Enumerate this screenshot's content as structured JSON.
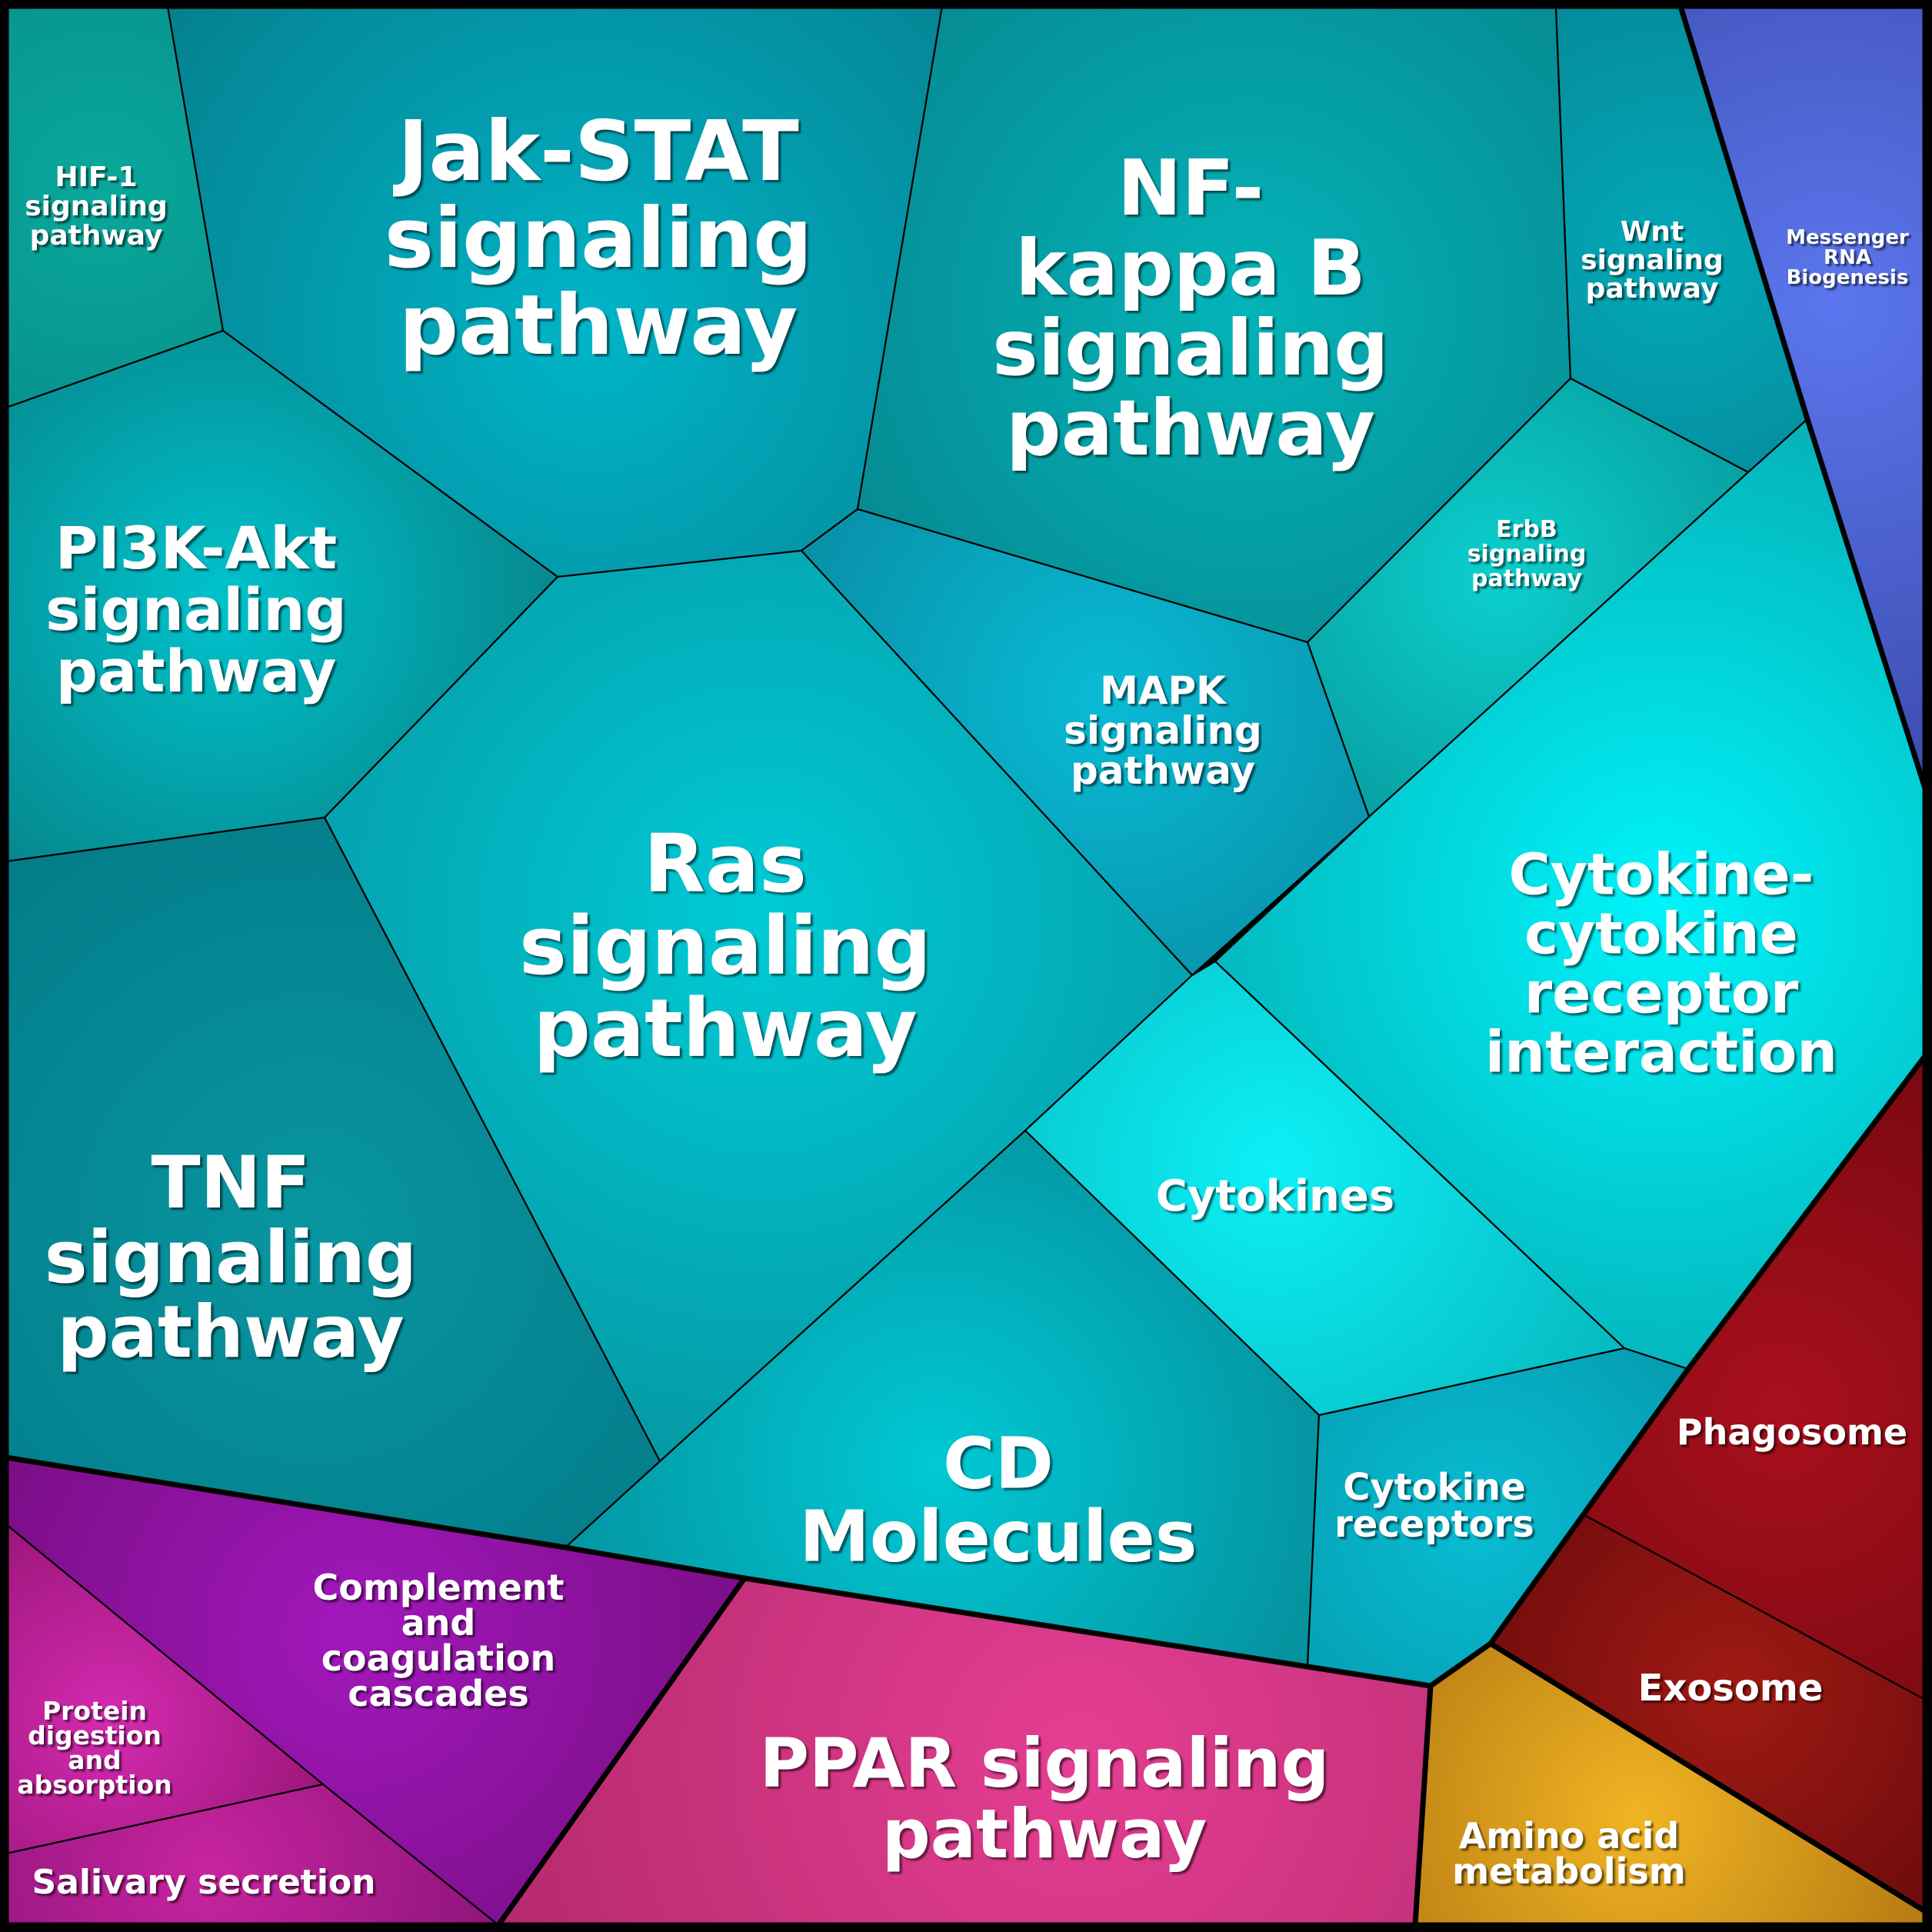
{
  "diagram": {
    "cells": [
      {
        "id": "hif1",
        "label": "HIF-1\nsignaling\npathway",
        "group": "signaling",
        "color": "#06938e",
        "highlight": "#0aa89b"
      },
      {
        "id": "jakstat",
        "label": "Jak-STAT\nsignaling\npathway",
        "group": "signaling",
        "color": "#05808f",
        "highlight": "#00b5c8"
      },
      {
        "id": "nfkb",
        "label": "NF-\nkappa B\nsignaling\npathway",
        "group": "signaling",
        "color": "#068b94",
        "highlight": "#03b4b8"
      },
      {
        "id": "wnt",
        "label": "Wnt\nsignaling\npathway",
        "group": "signaling",
        "color": "#048b9b",
        "highlight": "#03a9b8"
      },
      {
        "id": "pi3k",
        "label": "PI3K-Akt\nsignaling\npathway",
        "group": "signaling",
        "color": "#06878e",
        "highlight": "#00c3cc"
      },
      {
        "id": "erbb",
        "label": "ErbB\nsignaling\npathway",
        "group": "signaling",
        "color": "#08a0a3",
        "highlight": "#0bd0cd"
      },
      {
        "id": "mapk",
        "label": "MAPK\nsignaling\npathway",
        "group": "signaling",
        "color": "#0890a8",
        "highlight": "#09bbd6"
      },
      {
        "id": "ras",
        "label": "Ras\nsignaling\npathway",
        "group": "signaling",
        "color": "#0599a5",
        "highlight": "#00cbd6"
      },
      {
        "id": "tnf",
        "label": "TNF\nsignaling\npathway",
        "group": "signaling",
        "color": "#037c89",
        "highlight": "#0896a1"
      },
      {
        "id": "cytokine_interaction",
        "label": "Cytokine-\ncytokine\nreceptor\ninteraction",
        "group": "signaling",
        "color": "#04b2b8",
        "highlight": "#00f4fb"
      },
      {
        "id": "cytokines",
        "label": "Cytokines",
        "group": "signaling",
        "color": "#06b9c0",
        "highlight": "#0cf0f6"
      },
      {
        "id": "cd_molecules",
        "label": "CD\nMolecules",
        "group": "signaling",
        "color": "#04909c",
        "highlight": "#00c9d5"
      },
      {
        "id": "cytokine_receptors",
        "label": "Cytokine\nreceptors",
        "group": "signaling",
        "color": "#059cb0",
        "highlight": "#08bdd4"
      },
      {
        "id": "mrna",
        "label": "Messenger\nRNA\nBiogenesis",
        "group": "rna",
        "color": "#3c4cad",
        "highlight": "#5b76ee"
      },
      {
        "id": "phagosome",
        "label": "Phagosome",
        "group": "transport",
        "color": "#7a0810",
        "highlight": "#a8101c"
      },
      {
        "id": "exosome",
        "label": "Exosome",
        "group": "transport",
        "color": "#6e0b0c",
        "highlight": "#a01a14"
      },
      {
        "id": "amino_acid",
        "label": "Amino acid\nmetabolism",
        "group": "metabolism",
        "color": "#b57a12",
        "highlight": "#f1b424"
      },
      {
        "id": "ppar",
        "label": "PPAR signaling\npathway",
        "group": "ppar",
        "color": "#b52a6c",
        "highlight": "#e53e93"
      },
      {
        "id": "complement",
        "label": "Complement\nand\ncoagulation\ncascades",
        "group": "immune",
        "color": "#7a0e86",
        "highlight": "#a218bc"
      },
      {
        "id": "protein_digestion",
        "label": "Protein\ndigestion\nand\nabsorption",
        "group": "digestive",
        "color": "#9c167a",
        "highlight": "#d42ab0"
      },
      {
        "id": "salivary",
        "label": "Salivary secretion",
        "group": "digestive",
        "color": "#8e147a",
        "highlight": "#c7249f"
      }
    ]
  }
}
